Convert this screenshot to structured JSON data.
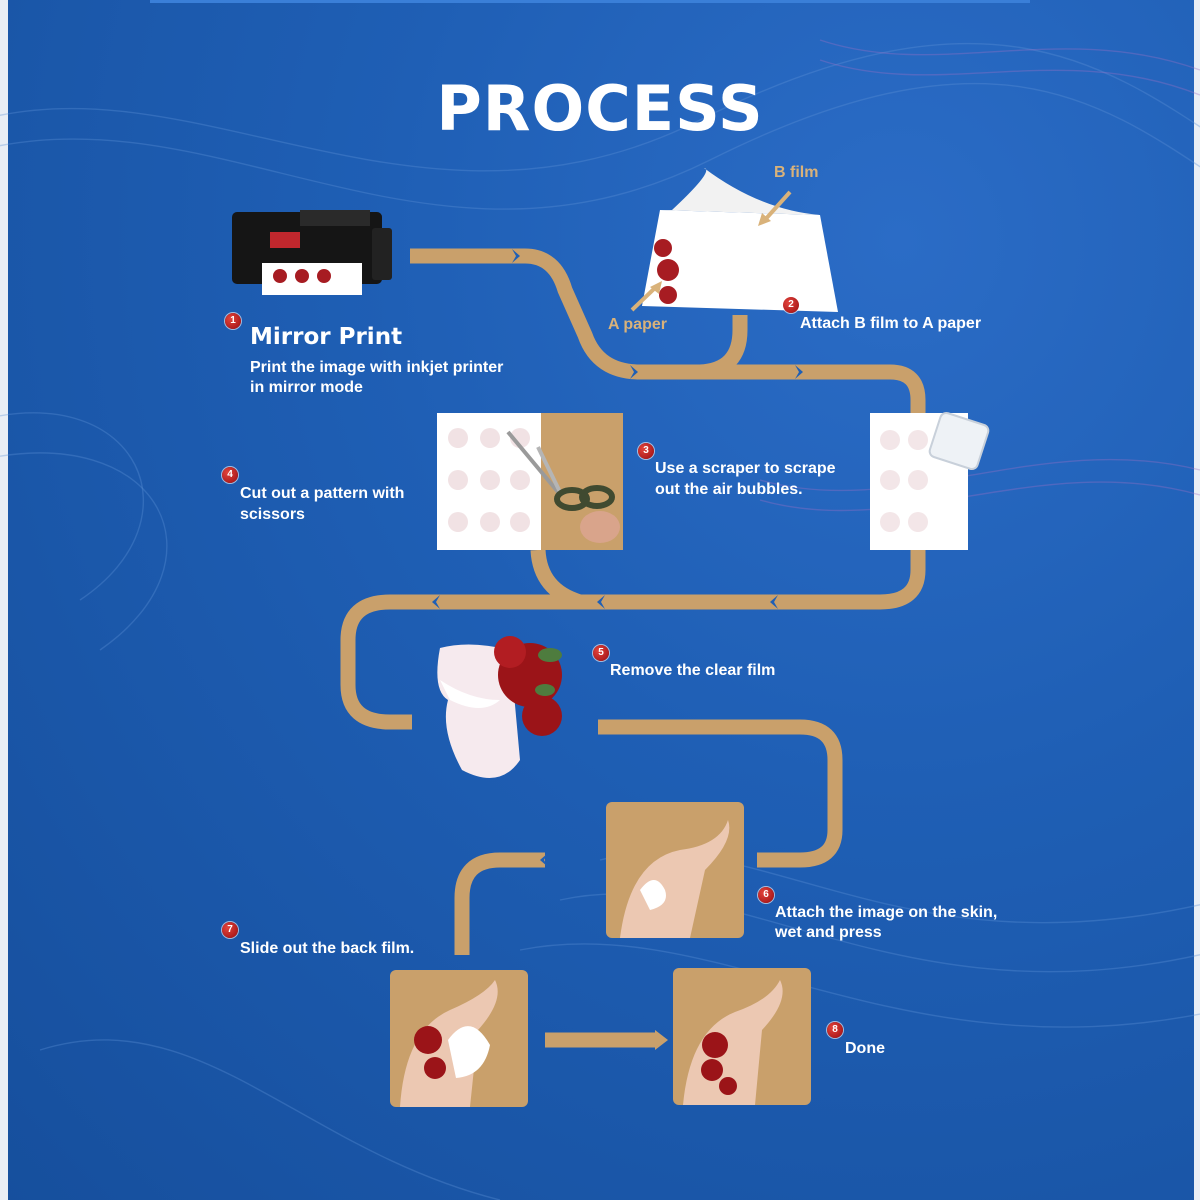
{
  "title": "PROCESS",
  "labels": {
    "b_film": "B film",
    "a_paper": "A paper"
  },
  "steps": [
    {
      "number": "1",
      "heading": "Mirror Print",
      "line1": "Print the image with inkjet printer",
      "line2": "in mirror mode"
    },
    {
      "number": "2",
      "line1": "Attach B film to A paper"
    },
    {
      "number": "3",
      "line1": "Use a scraper to scrape",
      "line2": "out the air bubbles."
    },
    {
      "number": "4",
      "line1": "Cut out a pattern with",
      "line2": "scissors"
    },
    {
      "number": "5",
      "line1": "Remove the clear film"
    },
    {
      "number": "6",
      "line1": "Attach the image on the skin,",
      "line2": "wet and press"
    },
    {
      "number": "7",
      "line1": "Slide out the back film."
    },
    {
      "number": "8",
      "line1": "Done"
    }
  ],
  "colors": {
    "background": "#1c5aae",
    "path": "#c9a06b",
    "badge": "#c21d22",
    "label_gold": "#d9b27a",
    "text": "#ffffff"
  }
}
